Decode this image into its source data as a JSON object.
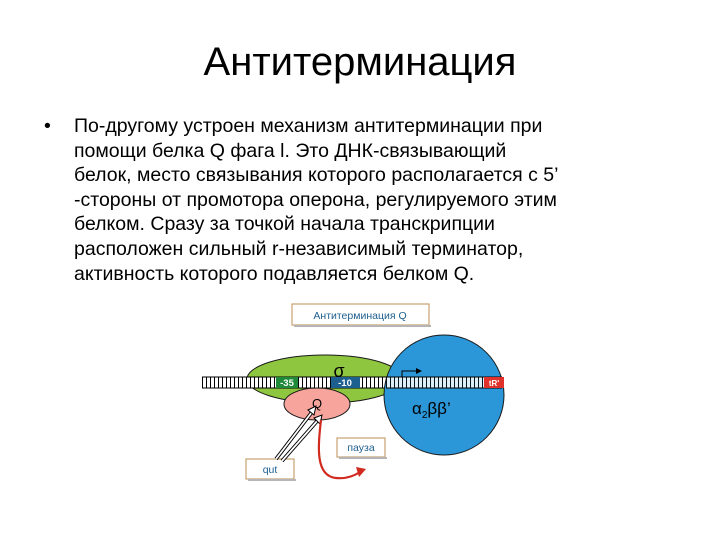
{
  "slide": {
    "title": "Антитерминация",
    "bullet_lines": [
      "По-другому устроен механизм антитерминации при",
      "помощи белка Q фага l. Это ДНК-связывающий",
      "белок, место связывания которого располагается с 5’",
      "-стороны от промотора оперона, регулируемого этим",
      "белком. Сразу за точкой начала транскрипции",
      "расположен сильный r-независимый терминатор,",
      "активность которого подавляется белком Q."
    ]
  },
  "diagram": {
    "title_box": "Антитерминация Q",
    "sigma": "σ",
    "minus35": "-35",
    "minus10": "-10",
    "terminator": "tR'",
    "q_label": "Q",
    "polymerase_alpha": "α",
    "polymerase_sub": "2",
    "polymerase_beta": "ββ’",
    "pause_label": "пауза",
    "qut_label": "qut",
    "colors": {
      "sigma_fill": "#8fc63f",
      "core_fill": "#2b96d8",
      "q_fill": "#f7a59c",
      "minus35_fill": "#1f8a3a",
      "minus10_fill": "#1d5f8f",
      "terminator_fill": "#e0312b",
      "arrow_red": "#d12a1e",
      "box_border": "#c8a070"
    }
  }
}
